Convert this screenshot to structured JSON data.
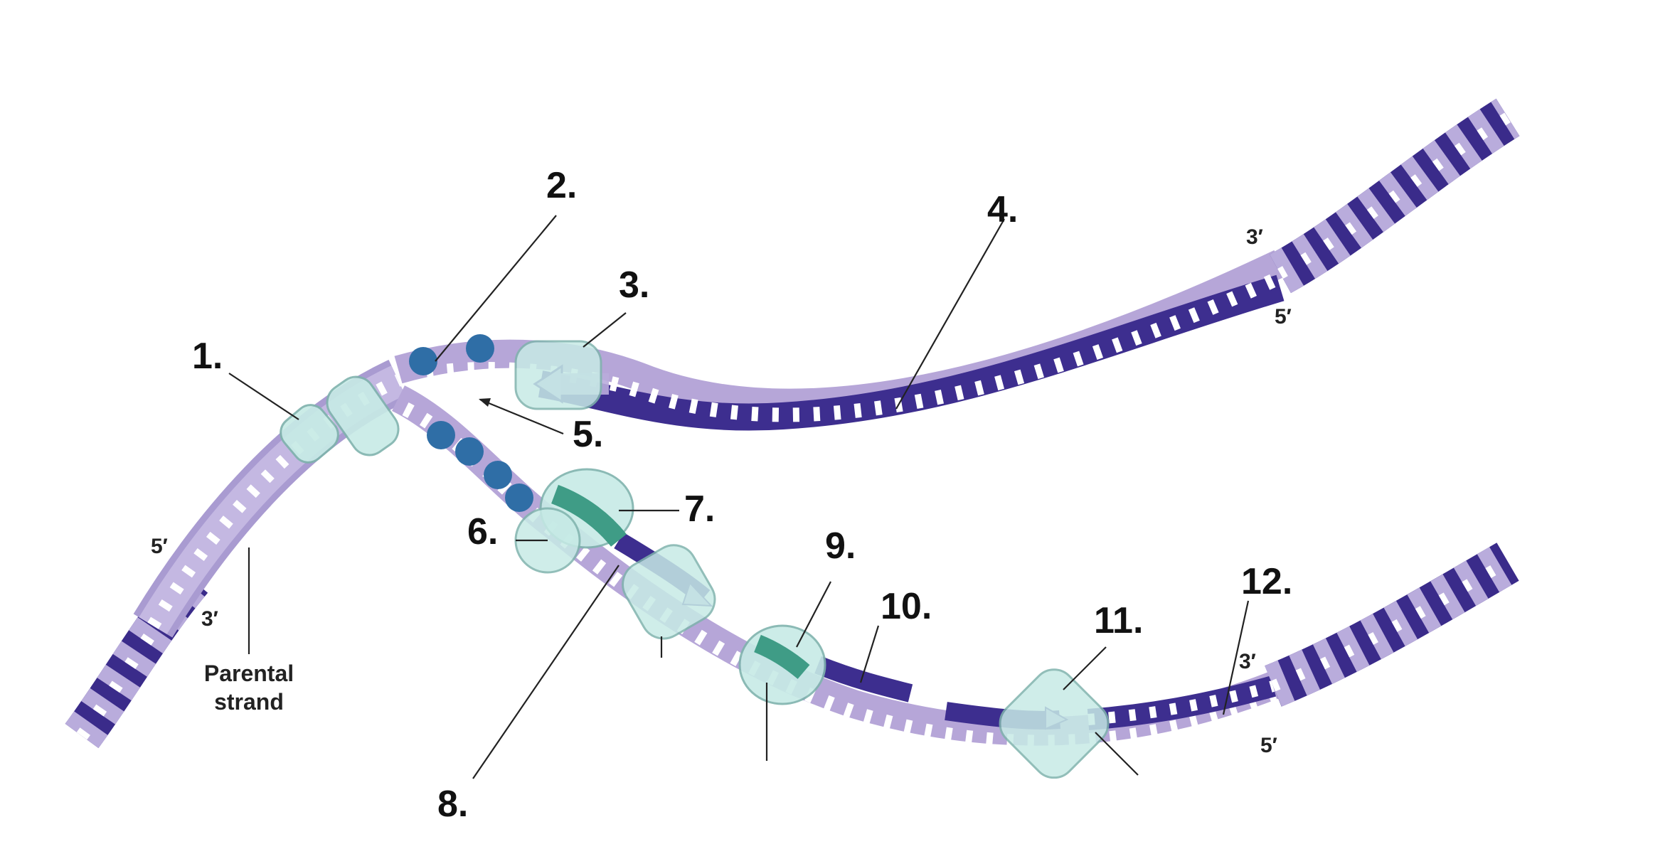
{
  "colors": {
    "background": "#ffffff",
    "parental_strand": "#b6a6d8",
    "parental_strand_edge": "#6d5aa3",
    "new_strand": "#3d2e8f",
    "helix_light": "#b9acdc",
    "helix_dark": "#3a2b8a",
    "rung": "#ffffff",
    "protein_fill": "#c7ebe6",
    "protein_edge": "#7fb3ad",
    "primer": "#3f9c86",
    "ssb": "#2f6ea6",
    "label": "#111111"
  },
  "labels": {
    "l1": "1.",
    "l2": "2.",
    "l3": "3.",
    "l4": "4.",
    "l5": "5.",
    "l6": "6.",
    "l7": "7.",
    "l8": "8.",
    "l9": "9.",
    "l10": "10.",
    "l11": "11.",
    "l12": "12."
  },
  "ends": {
    "left_five": "5′",
    "left_three": "3′",
    "top_three": "3′",
    "top_five": "5′",
    "bottom_three": "3′",
    "bottom_five": "5′"
  },
  "parental": {
    "line1": "Parental",
    "line2": "strand"
  }
}
